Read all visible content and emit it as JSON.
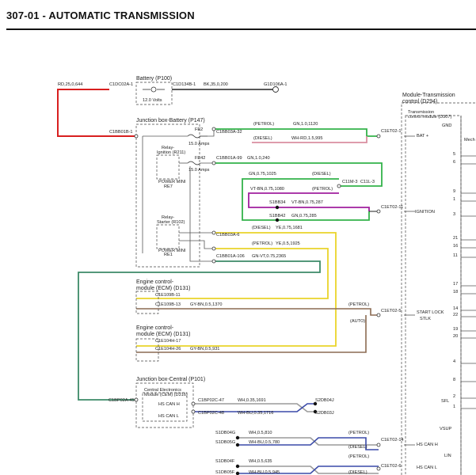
{
  "header": {
    "title": "307-01 - AUTOMATIC TRANSMISSION"
  },
  "components": {
    "battery": {
      "title": "Battery (P100)",
      "voltage": "12.0 Volts"
    },
    "jb_battery": {
      "title": "Junction box-Battery (P147)"
    },
    "relay_ignition": {
      "title_1": "Relay-",
      "title_2": "Ignition (R211)",
      "sub": "POWER MINI",
      "code": "RE7"
    },
    "relay_starter": {
      "title_1": "Relay-",
      "title_2": "Starter (R102)",
      "sub": "POWER MINI",
      "code": "RE1"
    },
    "ecm1": {
      "title_1": "Engine control-",
      "title_2": "module (ECM) (D131)"
    },
    "ecm2": {
      "title_1": "Engine control-",
      "title_2": "module (ECM) (D131)"
    },
    "jb_central": {
      "title": "Junction box-Central (P101)"
    },
    "cem": {
      "title_1": "Central Electronics",
      "title_2": "Module (CEM) (D316)"
    },
    "tcm": {
      "title_1": "Module-Transmission",
      "title_2": "control (D294)",
      "inner_1": "Transmission",
      "inner_2": "control module (D307)"
    }
  },
  "connectors": {
    "c1dc02a1": "C1DC02A-1",
    "c1d134b1": "C1D134B-1",
    "g1d106a1": "G1D106A-1",
    "c1bb01b1": "C1BB01B-1",
    "c1bb03a32": "C1BB03A-32",
    "c1bb01a99": "C1BB01A-99",
    "c1bb03a6": "C1BB03A-6",
    "c1bb01a106": "C1BB01A-106",
    "c1e109b11": "C1E109B-11",
    "c1e109b13": "C1E109B-13",
    "c1e104h17": "C1E104H-17",
    "c1e104h26": "C1E104H-26",
    "c1bp02a45": "C1BP02A-45",
    "c1bp02c47": "C1BP02C-47",
    "c1bp02c48": "C1BP02C-48",
    "c1et021": "C1ET02-1",
    "c1et0211": "C1ET02-11",
    "c1et025": "C1ET02-5",
    "c1et0214": "C1ET02-14",
    "c1et026": "C1ET02-6",
    "c11m3": "C11M-3",
    "c11l3": "C11L-3",
    "s1bb34": "S1BB34",
    "s1bb42": "S1BB42",
    "s2db04j": "S2DB04J",
    "s2db03j": "S2DB03J",
    "s1db04g": "S1DB04G",
    "s1db05g": "S1DB05G",
    "s1db04f": "S1DB04F",
    "s1db05f": "S1DB05F"
  },
  "fuses": {
    "fe2": {
      "name": "FE2",
      "rating": "15.0 Amps"
    },
    "fe42": {
      "name": "FE42",
      "rating": "15.0 Amps"
    }
  },
  "wires": {
    "rd": "RD,25,0,644",
    "bk": "BK,35,0,200",
    "gn_1120": "GN,1.0,1120",
    "whrd": "WH-RD,1.5,995",
    "gn_240": "GN,1.0,240",
    "gn_1025": "GN,0.75,1025",
    "vtbn_1080": "VT-BN,0.75,1080",
    "vtbn_s": "VT-BN,0.75,287",
    "gn_s": "GN,0.75,285",
    "ye_1681": "YE,0.75,1681",
    "ye_1925": "YE,0.5,1925",
    "gnvt": "GN-VT,0.75,2365",
    "gybn_1370": "GY-BN,0.5,1370",
    "gybn_931": "GY-BN,0.5,931",
    "wh_1691": "WH,0.35,1691",
    "whbu_1716": "WH-BU,0.35,1716",
    "wh_810": "WH,0.5,810",
    "whbu_780": "WH-BU,0.5,780",
    "wh_635": "WH,0.5,635",
    "whbu_945": "WH-BU,0.5,945"
  },
  "tags": {
    "petrol": "(PETROL)",
    "diesel": "(DIESEL)",
    "auto": "(AUTO)"
  },
  "pins": {
    "hs_can_h": "HS CAN H",
    "hs_can_l": "HS CAN L",
    "bat": "BAT +",
    "gnd": "GND",
    "ignition": "IGNITION",
    "start_lock": "START LOCK",
    "stlk": "STLK",
    "sfl": "SFL",
    "vsup": "VSUP",
    "lin": "LIN",
    "tcm_hs_can_h": "HS CAN H",
    "tcm_hs_can_l": "HS CAN L",
    "mech": "Mech"
  },
  "pin_numbers": [
    "5",
    "6",
    "9",
    "1",
    "3",
    "21",
    "16",
    "11",
    "17",
    "18",
    "14",
    "22",
    "19",
    "20",
    "4",
    "8",
    "2",
    "1"
  ],
  "colors": {
    "red": "#d81f1f",
    "black": "#222222",
    "green": "#33b24a",
    "pink": "#d98fa0",
    "violet": "#a01f9e",
    "yellow": "#ead42a",
    "teal": "#3c8a68",
    "brown": "#8b6a52",
    "blue": "#3a4aa8",
    "grey": "#9a9a9a"
  }
}
